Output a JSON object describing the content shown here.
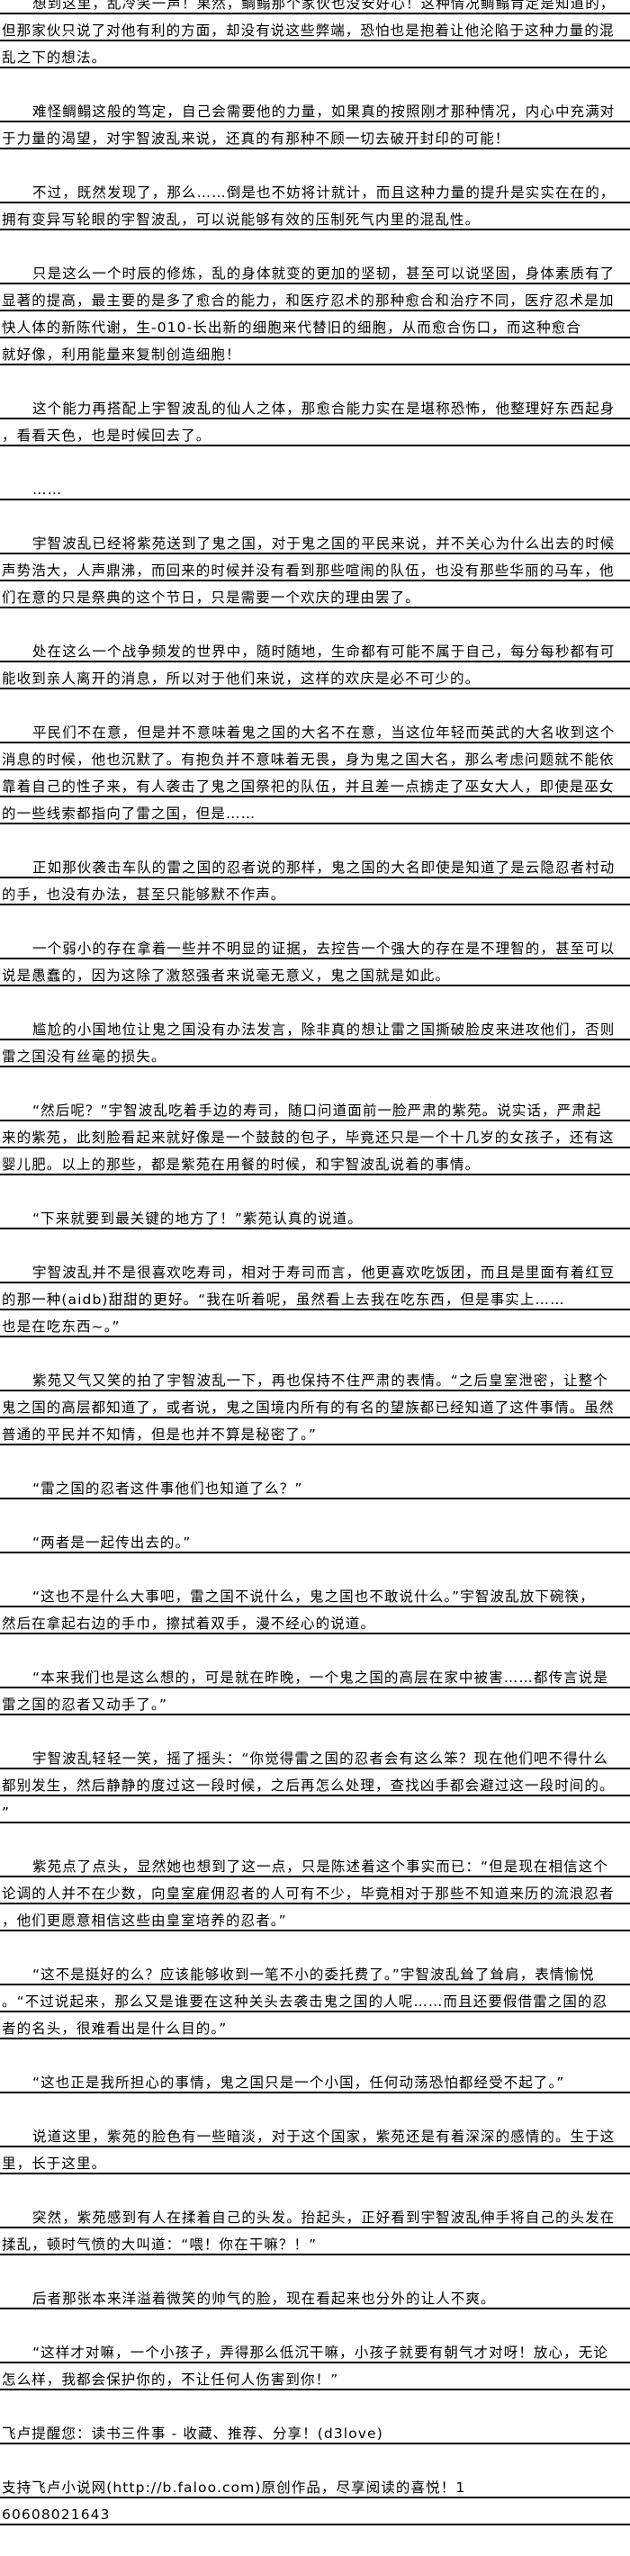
{
  "paragraphs": [
    {
      "lines": [
        "想到这里，乱冷笑一声！果然，鲷鳎那个家伙也没安好心！这种情况鲷鳎肯定是知道的，",
        "但那家伙只说了对他有利的方面，却没有说这些弊端，恐怕也是抱着让他沦陷于这种力量的混",
        "乱之下的想法。"
      ]
    },
    {
      "lines": [
        "难怪鲷鳎这般的笃定，自己会需要他的力量，如果真的按照刚才那种情况，内心中充满对",
        "于力量的渴望，对宇智波乱来说，还真的有那种不顾一切去破开封印的可能！"
      ]
    },
    {
      "lines": [
        "不过，既然发现了，那么……倒是也不妨将计就计，而且这种力量的提升是实实在在的，",
        "拥有变异写轮眼的宇智波乱，可以说能够有效的压制死气内里的混乱性。"
      ]
    },
    {
      "lines": [
        "只是这么一个时辰的修炼，乱的身体就变的更加的坚韧，甚至可以说坚固，身体素质有了",
        "显著的提高，最主要的是多了愈合的能力，和医疗忍术的那种愈合和治疗不同，医疗忍术是加",
        "快人体的新陈代谢，生-010-长出新的细胞来代替旧的细胞，从而愈合伤口，而这种愈合",
        "就好像，利用能量来复制创造细胞！"
      ]
    },
    {
      "lines": [
        "这个能力再搭配上宇智波乱的仙人之体，那愈合能力实在是堪称恐怖，他整理好东西起身",
        "，看看天色，也是时候回去了。"
      ]
    },
    {
      "lines": [
        "……"
      ]
    },
    {
      "lines": [
        "宇智波乱已经将紫苑送到了鬼之国，对于鬼之国的平民来说，并不关心为什么出去的时候",
        "声势浩大，人声鼎沸，而回来的时候并没有看到那些喧闹的队伍，也没有那些华丽的马车，他",
        "们在意的只是祭典的这个节日，只是需要一个欢庆的理由罢了。"
      ]
    },
    {
      "lines": [
        "处在这么一个战争频发的世界中，随时随地，生命都有可能不属于自己，每分每秒都有可",
        "能收到亲人离开的消息，所以对于他们来说，这样的欢庆是必不可少的。"
      ]
    },
    {
      "lines": [
        "平民们不在意，但是并不意味着鬼之国的大名不在意，当这位年轻而英武的大名收到这个",
        "消息的时候，他也沉默了。有抱负并不意味着无畏，身为鬼之国大名，那么考虑问题就不能依",
        "靠着自己的性子来，有人袭击了鬼之国祭祀的队伍，并且差一点掳走了巫女大人，即使是巫女",
        "的一些线索都指向了雷之国，但是……"
      ]
    },
    {
      "lines": [
        "正如那伙袭击车队的雷之国的忍者说的那样，鬼之国的大名即使是知道了是云隐忍者村动",
        "的手，也没有办法，甚至只能够默不作声。"
      ]
    },
    {
      "lines": [
        "一个弱小的存在拿着一些并不明显的证据，去控告一个强大的存在是不理智的，甚至可以",
        "说是愚蠢的，因为这除了激怒强者来说毫无意义，鬼之国就是如此。"
      ]
    },
    {
      "lines": [
        "尴尬的小国地位让鬼之国没有办法发言，除非真的想让雷之国撕破脸皮来进攻他们，否则",
        "雷之国没有丝毫的损失。"
      ]
    },
    {
      "lines": [
        "“然后呢？”宇智波乱吃着手边的寿司，随口问道面前一脸严肃的紫苑。说实话，严肃起",
        "来的紫苑，此刻脸看起来就好像是一个鼓鼓的包子，毕竟还只是一个十几岁的女孩子，还有这",
        "婴儿肥。以上的那些，都是紫苑在用餐的时候，和宇智波乱说着的事情。"
      ]
    },
    {
      "lines": [
        "“下来就要到最关键的地方了！”紫苑认真的说道。"
      ]
    },
    {
      "lines": [
        "宇智波乱并不是很喜欢吃寿司，相对于寿司而言，他更喜欢吃饭团，而且是里面有着红豆",
        "的那一种(aidb)甜甜的更好。“我在听着呢，虽然看上去我在吃东西，但是事实上……",
        "也是在吃东西~。”"
      ]
    },
    {
      "lines": [
        "紫苑又气又笑的拍了宇智波乱一下，再也保持不住严肃的表情。“之后皇室泄密，让整个",
        "鬼之国的高层都知道了，或者说，鬼之国境内所有的有名的望族都已经知道了这件事情。虽然",
        "普通的平民并不知情，但是也并不算是秘密了。”"
      ]
    },
    {
      "lines": [
        "“雷之国的忍者这件事他们也知道了么？”"
      ]
    },
    {
      "lines": [
        "“两者是一起传出去的。”"
      ]
    },
    {
      "lines": [
        "“这也不是什么大事吧，雷之国不说什么，鬼之国也不敢说什么。”宇智波乱放下碗筷，",
        "然后在拿起右边的手巾，擦拭着双手，漫不经心的说道。"
      ]
    },
    {
      "lines": [
        "“本来我们也是这么想的，可是就在昨晚，一个鬼之国的高层在家中被害……都传言说是",
        "雷之国的忍者又动手了。”"
      ]
    },
    {
      "lines": [
        "宇智波乱轻轻一笑，摇了摇头：“你觉得雷之国的忍者会有这么笨？现在他们吧不得什么",
        "都别发生，然后静静的度过这一段时候，之后再怎么处理，查找凶手都会避过这一段时间的。",
        "”"
      ]
    },
    {
      "lines": [
        "紫苑点了点头，显然她也想到了这一点，只是陈述着这个事实而已：“但是现在相信这个",
        "论调的人并不在少数，向皇室雇佣忍者的人可有不少，毕竟相对于那些不知道来历的流浪忍者",
        "，他们更愿意相信这些由皇室培养的忍者。”"
      ]
    },
    {
      "lines": [
        "“这不是挺好的么？应该能够收到一笔不小的委托费了。”宇智波乱耸了耸肩，表情愉悦",
        "。“不过说起来，那么又是谁要在这种关头去袭击鬼之国的人呢……而且还要假借雷之国的忍",
        "者的名头，很难看出是什么目的。”"
      ]
    },
    {
      "lines": [
        "“这也正是我所担心的事情，鬼之国只是一个小国，任何动荡恐怕都经受不起了。”"
      ]
    },
    {
      "lines": [
        "说道这里，紫苑的脸色有一些暗淡，对于这个国家，紫苑还是有着深深的感情的。生于这",
        "里，长于这里。"
      ]
    },
    {
      "lines": [
        "突然，紫苑感到有人在揉着自己的头发。抬起头，正好看到宇智波乱伸手将自己的头发在",
        "揉乱，顿时气愤的大叫道：“喂！你在干嘛？！”"
      ]
    },
    {
      "lines": [
        "后者那张本来洋溢着微笑的帅气的脸，现在看起来也分外的让人不爽。"
      ]
    },
    {
      "lines": [
        "“这样才对嘛，一个小孩子，弄得那么低沉干嘛，小孩子就要有朝气才对呀！放心，无论",
        "怎么样，我都会保护你的，不让任何人伤害到你！”"
      ]
    }
  ],
  "footer": {
    "reminder": "飞卢提醒您：读书三件事 - 收藏、推荐、分享！(d3love)",
    "support": "支持飞卢小说网(http://b.faloo.com)原创作品，尽享阅读的喜悦！1",
    "id": "60608021643"
  }
}
